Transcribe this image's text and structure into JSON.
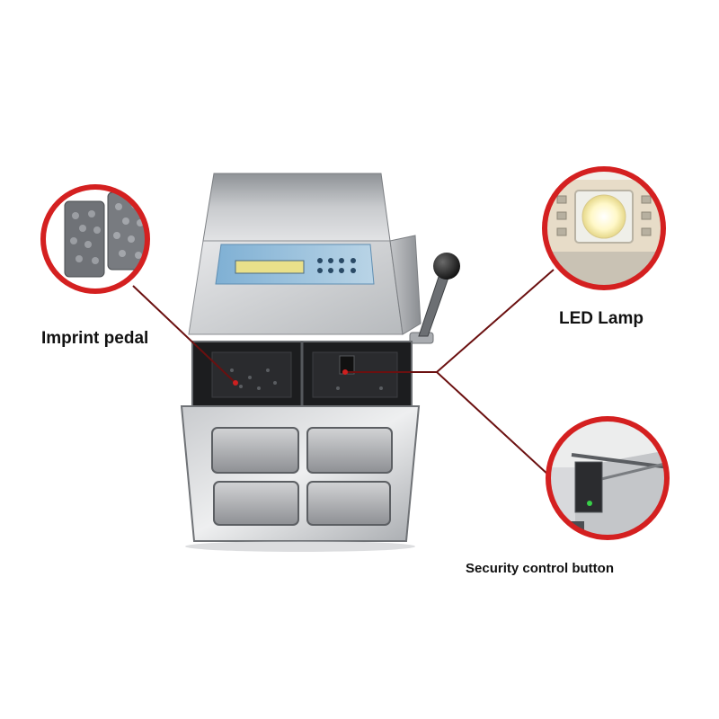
{
  "callouts": {
    "imprint_pedal": {
      "label": "Imprint pedal"
    },
    "led_lamp": {
      "label": "LED Lamp"
    },
    "security_control_button": {
      "label": "Security control button"
    }
  },
  "colors": {
    "callout_ring": "#d42020",
    "leader_line": "#6b1010",
    "steel_light": "#d8d9db",
    "steel_dark": "#8d9094",
    "panel_blue": "#9fc3dd",
    "lcd_yellow": "#e9e08a"
  }
}
